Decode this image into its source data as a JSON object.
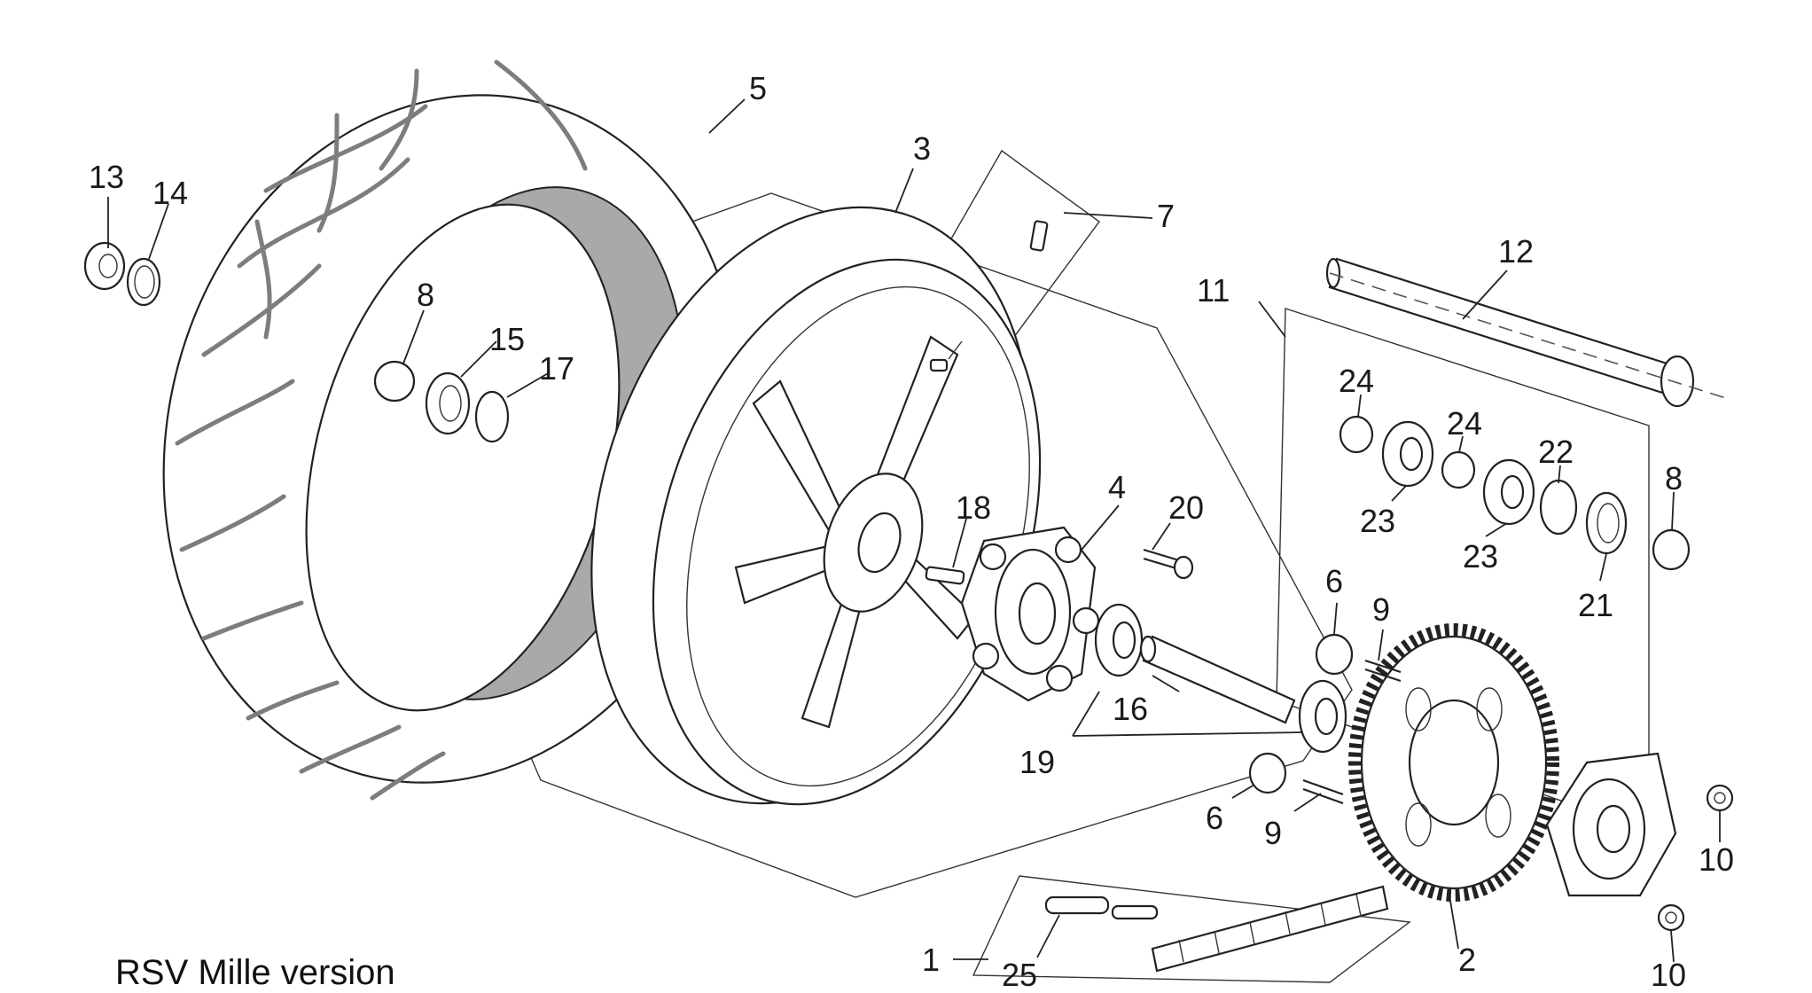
{
  "caption": "RSV Mille version",
  "callouts": [
    {
      "id": "c1",
      "text": "1"
    },
    {
      "id": "c2",
      "text": "2"
    },
    {
      "id": "c3",
      "text": "3"
    },
    {
      "id": "c4",
      "text": "4"
    },
    {
      "id": "c5",
      "text": "5"
    },
    {
      "id": "c6a",
      "text": "6"
    },
    {
      "id": "c6b",
      "text": "6"
    },
    {
      "id": "c7",
      "text": "7"
    },
    {
      "id": "c8a",
      "text": "8"
    },
    {
      "id": "c8b",
      "text": "8"
    },
    {
      "id": "c9a",
      "text": "9"
    },
    {
      "id": "c9b",
      "text": "9"
    },
    {
      "id": "c10a",
      "text": "10"
    },
    {
      "id": "c10b",
      "text": "10"
    },
    {
      "id": "c11",
      "text": "11"
    },
    {
      "id": "c12",
      "text": "12"
    },
    {
      "id": "c13",
      "text": "13"
    },
    {
      "id": "c14",
      "text": "14"
    },
    {
      "id": "c15",
      "text": "15"
    },
    {
      "id": "c16",
      "text": "16"
    },
    {
      "id": "c17",
      "text": "17"
    },
    {
      "id": "c18",
      "text": "18"
    },
    {
      "id": "c19",
      "text": "19"
    },
    {
      "id": "c20",
      "text": "20"
    },
    {
      "id": "c21",
      "text": "21"
    },
    {
      "id": "c22",
      "text": "22"
    },
    {
      "id": "c23a",
      "text": "23"
    },
    {
      "id": "c23b",
      "text": "23"
    },
    {
      "id": "c24a",
      "text": "24"
    },
    {
      "id": "c24b",
      "text": "24"
    },
    {
      "id": "c25",
      "text": "25"
    }
  ]
}
